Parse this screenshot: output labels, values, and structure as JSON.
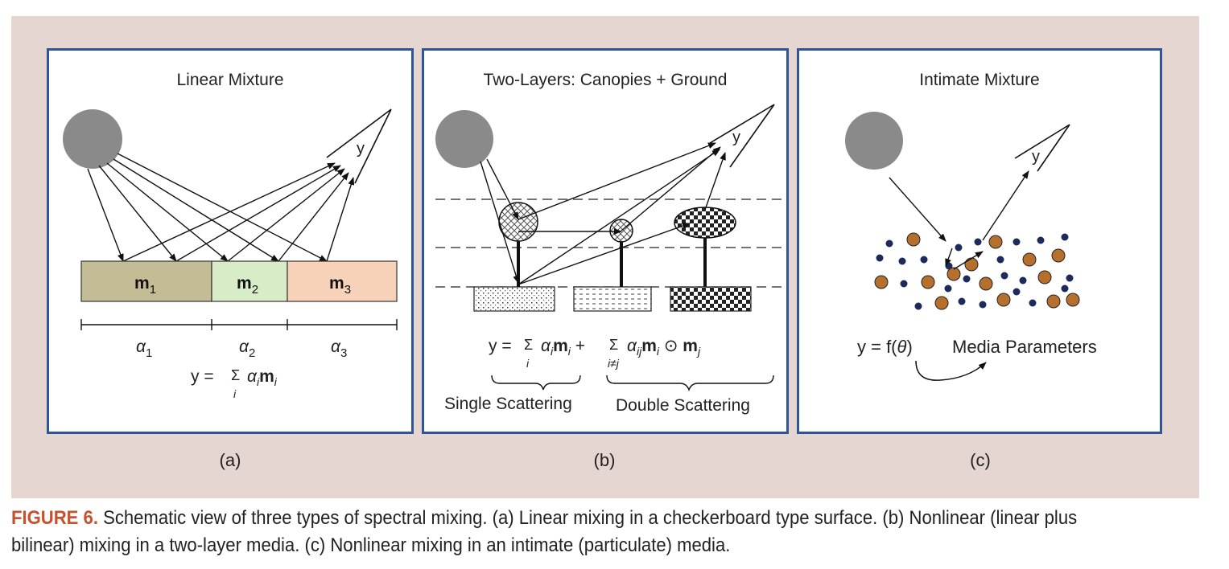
{
  "panels": {
    "a": {
      "title": "Linear Mixture",
      "y_label": "y",
      "endmembers": [
        "m",
        "m",
        "m"
      ],
      "endmember_subs": [
        "1",
        "2",
        "3"
      ],
      "abundances": [
        "α",
        "α",
        "α"
      ],
      "abundance_subs": [
        "1",
        "2",
        "3"
      ],
      "formula": {
        "lhs": "y = ",
        "sum": "Σ",
        "index": "i",
        "alpha": "α",
        "alpha_sub": "i",
        "m": "m",
        "m_sub": "i"
      },
      "sublabel": "(a)",
      "colors": {
        "m1": "#c4bc94",
        "m2": "#d9ecc8",
        "m3": "#f8d2b8"
      }
    },
    "b": {
      "title": "Two-Layers: Canopies + Ground",
      "y_label": "y",
      "formula": {
        "lhs": "y = ",
        "sum": "Σ",
        "index1": "i",
        "alpha": "α",
        "alpha_sub1": "i",
        "m": "m",
        "m_sub1": "i",
        "plus": " + ",
        "index2": "i≠j",
        "alpha_sub2": "ij",
        "m_sub2": "i",
        "odot": " ⊙ ",
        "m_sub3": "j"
      },
      "single_label": "Single Scattering",
      "double_label": "Double Scattering",
      "sublabel": "(b)"
    },
    "c": {
      "title": "Intimate Mixture",
      "y_label": "y",
      "formula_lhs": "y = f(",
      "theta": "θ",
      "formula_rhs": ")",
      "media_label": "Media Parameters",
      "sublabel": "(c)",
      "colors": {
        "brown": "#b5702e",
        "navy": "#1c2a5c"
      }
    }
  },
  "caption": {
    "figure_label": "FIGURE 6.",
    "text": " Schematic view of three types of spectral mixing. (a) Linear mixing in a checkerboard type surface. (b) Nonlinear (linear plus bilinear) mixing in a two-layer media. (c) Nonlinear mixing in an intimate (particulate) media."
  },
  "colors": {
    "frame": "#2f5597",
    "background": "#e6d6d1",
    "sun": "#8a8a8a",
    "caption_label": "#c8502d"
  }
}
